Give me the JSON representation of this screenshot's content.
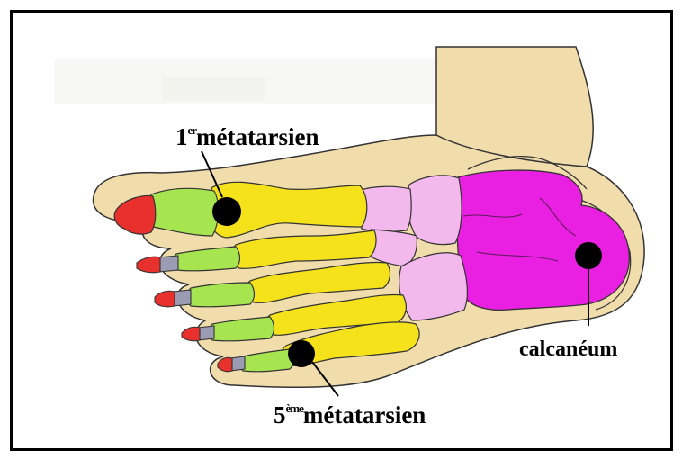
{
  "labels": {
    "first_metatarsal": {
      "number": "1",
      "suffix": "er",
      "name": "métatarsien"
    },
    "fifth_metatarsal": {
      "number": "5",
      "suffix": "ème",
      "name": "métatarsien"
    },
    "calcaneus": "calcanéum"
  },
  "colors": {
    "skin": "#f1dcab",
    "metatarsals": "#f6e21a",
    "proximal_phalanges": "#a6e550",
    "middle_phalanges": "#9b9bb4",
    "distal_phalanges": "#e8302c",
    "cuneiforms_cuboid": "#f3b8ec",
    "calcaneus_talus": "#e91fe2",
    "marker": "#000000"
  }
}
